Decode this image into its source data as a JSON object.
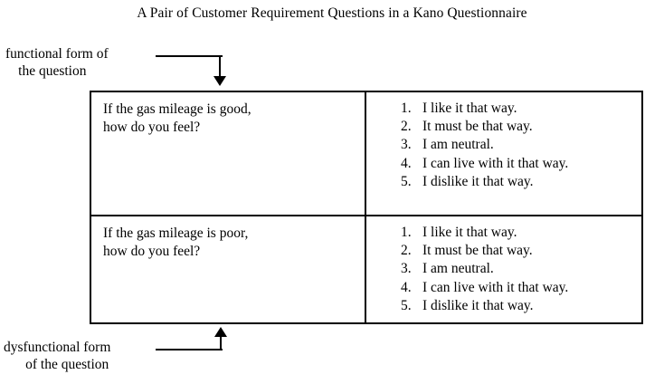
{
  "figure": {
    "title": "A Pair of Customer Requirement Questions in a Kano Questionnaire"
  },
  "callouts": {
    "functional": {
      "line_1": "functional form of",
      "line_2": "the question",
      "arrow": "arrow-down-icon"
    },
    "dysfunctional": {
      "line_1": "dysfunctional form",
      "line_2": "of the question",
      "arrow": "arrow-up-icon"
    }
  },
  "table": {
    "rows": [
      {
        "question_line_1": "If the gas mileage is good,",
        "question_line_2": "how do you feel?",
        "answers": [
          {
            "num": "1.",
            "text": "I like it that way."
          },
          {
            "num": "2.",
            "text": "It must be that way."
          },
          {
            "num": "3.",
            "text": "I am neutral."
          },
          {
            "num": "4.",
            "text": "I can live with it that way."
          },
          {
            "num": "5.",
            "text": "I dislike it that way."
          }
        ]
      },
      {
        "question_line_1": "If the gas mileage is poor,",
        "question_line_2": "how do you feel?",
        "answers": [
          {
            "num": "1.",
            "text": "I like it that way."
          },
          {
            "num": "2.",
            "text": "It must be that way."
          },
          {
            "num": "3.",
            "text": "I am neutral."
          },
          {
            "num": "4.",
            "text": "I can live with it that way."
          },
          {
            "num": "5.",
            "text": "I dislike it that way."
          }
        ]
      }
    ]
  },
  "colors": {
    "ink": "#000000",
    "background": "#ffffff"
  }
}
